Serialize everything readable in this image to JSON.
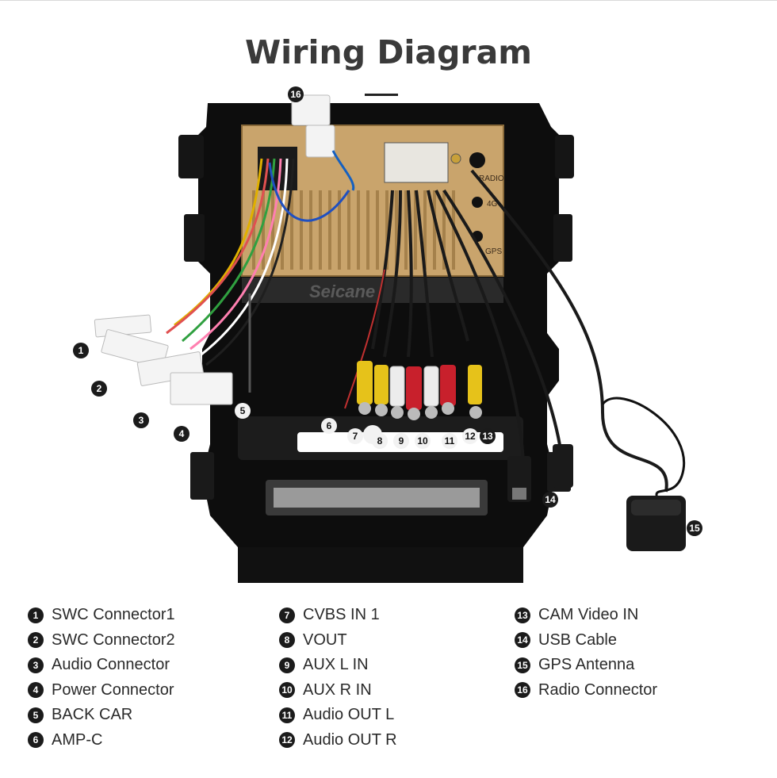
{
  "title": "Wiring Diagram",
  "watermark": "Seicane",
  "panel_labels": {
    "radio": "RADIO",
    "fourg": "4G",
    "gps": "GPS"
  },
  "callouts": [
    "1",
    "2",
    "3",
    "4",
    "5",
    "6",
    "7",
    "8",
    "9",
    "10",
    "11",
    "12",
    "13",
    "14",
    "15",
    "16"
  ],
  "legend": {
    "col1": [
      {
        "num": "1",
        "label": "SWC Connector1"
      },
      {
        "num": "2",
        "label": "SWC Connector2"
      },
      {
        "num": "3",
        "label": "Audio Connector"
      },
      {
        "num": "4",
        "label": "Power Connector"
      },
      {
        "num": "5",
        "label": "BACK CAR"
      },
      {
        "num": "6",
        "label": "AMP-C"
      }
    ],
    "col2": [
      {
        "num": "7",
        "label": "CVBS IN 1"
      },
      {
        "num": "8",
        "label": "VOUT"
      },
      {
        "num": "9",
        "label": "AUX L IN"
      },
      {
        "num": "10",
        "label": "AUX R IN"
      },
      {
        "num": "11",
        "label": "Audio OUT L"
      },
      {
        "num": "12",
        "label": "Audio OUT R"
      }
    ],
    "col3": [
      {
        "num": "13",
        "label": "CAM Video IN"
      },
      {
        "num": "14",
        "label": "USB Cable"
      },
      {
        "num": "15",
        "label": "GPS Antenna"
      },
      {
        "num": "16",
        "label": "Radio Connector"
      }
    ]
  },
  "colors": {
    "chassis": "#0c0c0c",
    "copper": "#c9a46c",
    "rca_yellow": "#e6c21a",
    "rca_red": "#c8202c",
    "rca_white": "#ececec"
  }
}
